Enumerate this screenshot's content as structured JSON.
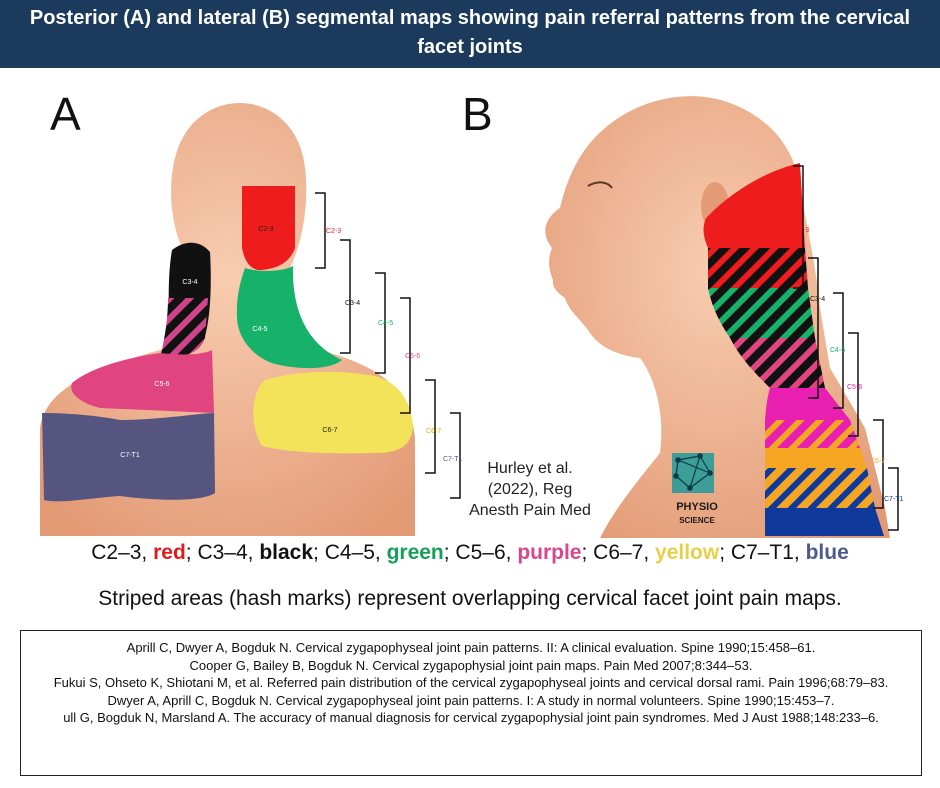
{
  "title": "Posterior (A) and lateral (B) segmental maps showing pain referral patterns from the cervical facet joints",
  "panels": {
    "a_label": "A",
    "b_label": "B",
    "a_regions": {
      "c23": "C2-3",
      "c34": "C3-4",
      "c45": "C4-5",
      "c56": "C5-6",
      "c67": "C6-7",
      "c7t1": "C7-T1"
    },
    "a_brackets": {
      "c23": "C2-3",
      "c34": "C3-4",
      "c45": "C4-5",
      "c56": "C5-6",
      "c67": "C6-7",
      "c7t1": "C7-T1"
    },
    "b_brackets": {
      "c23": "C2-3",
      "c34": "C3-4",
      "c45": "C4-5",
      "c56": "C5-6",
      "c67": "C6-7",
      "c7t1": "C7-T1"
    },
    "citation_line1": "Hurley et al.",
    "citation_line2": "(2022), Reg",
    "citation_line3": "Anesth Pain Med",
    "logo_line1": "PHYSIO",
    "logo_line2": "SCIENCE"
  },
  "legend": {
    "c23_level": "C2–3, ",
    "c23_color": "red",
    "c34_level": "; C3–4, ",
    "c34_color": "black",
    "c45_level": "; C4–5, ",
    "c45_color": "green",
    "c56_level": "; C5–6, ",
    "c56_color": "purple",
    "c67_level": "; C6–7, ",
    "c67_color": "yellow",
    "c7t1_level": "; C7–T1, ",
    "c7t1_color": "blue"
  },
  "note": "Striped areas (hash marks) represent overlapping cervical facet joint pain maps.",
  "references": [
    "Aprill C, Dwyer A, Bogduk N. Cervical zygapophyseal joint pain patterns. II: A clinical evaluation. Spine 1990;15:458–61.",
    "Cooper G, Bailey B, Bogduk N. Cervical zygapophysial joint pain maps. Pain Med 2007;8:344–53.",
    "Fukui S, Ohseto K, Shiotani M, et al. Referred pain distribution of the cervical  zygapophyseal joints and cervical dorsal rami. Pain 1996;68:79–83.",
    "Dwyer A, Aprill C, Bogduk N. Cervical zygapophyseal joint pain patterns. I: A study in  normal volunteers. Spine 1990;15:453–7.",
    "ull G, Bogduk N, Marsland A. The accuracy of manual diagnosis for cervical  zygapophysial joint pain syndromes. Med J Aust 1988;148:233–6."
  ],
  "colors": {
    "header_bg": "#1b3a5c",
    "c23": "#ee1c1c",
    "c34": "#111111",
    "c45": "#16b26a",
    "c56": "#e0457f",
    "c67": "#f3e35a",
    "c7t1": "#55557f",
    "c7t1_lateral": "#0f3a9c",
    "c67_lateral": "#f5a623",
    "c56_lateral": "#e81fb0",
    "skin": "#f2b693",
    "legend_red": "#e01b1b",
    "legend_green": "#14a05a",
    "legend_purple": "#d9468c",
    "legend_yellow": "#e8cf4a",
    "legend_blue": "#4e5a8f"
  }
}
